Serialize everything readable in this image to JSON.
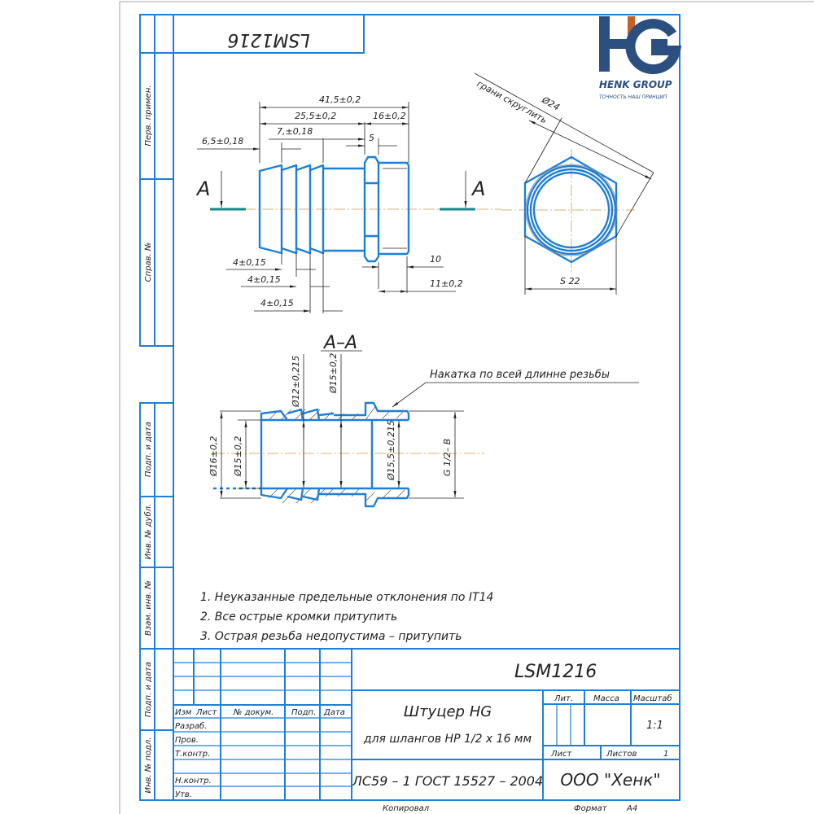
{
  "document": {
    "mirrored_code": "LSM1216",
    "side_labels": [
      "Перв. примен.",
      "Справ. №",
      "Подп. и дата",
      "Инв. № дубл.",
      "Взам. инв. №",
      "Подп. и дата",
      "Инв. № подл."
    ],
    "logo": {
      "letters": "HG",
      "name": "HENK GROUP",
      "tagline": "ТОЧНОСТЬ НАШ ПРИНЦИП",
      "colors": {
        "primary": "#2b4f7e",
        "accent": "#c0602a"
      }
    },
    "side_view": {
      "section_mark": "A",
      "dims": [
        "41,5±0,2",
        "25,5±0,2",
        "16±0,2",
        "7,±0,18",
        "6,5±0,18",
        "5",
        "4±0,15",
        "4±0,15",
        "4±0,15",
        "10",
        "11±0,2"
      ]
    },
    "end_view": {
      "diameter": "Ø24",
      "note": "грани скруглить",
      "across_flats": "S 22"
    },
    "section": {
      "title": "А–А",
      "callout": "Накатка по всей длинне резьбы",
      "dims": [
        "Ø12±0,215",
        "Ø15±0,2",
        "Ø16±0,2",
        "Ø15±0,2",
        "Ø15,5±0,215",
        "G 1/2– B"
      ]
    },
    "notes": [
      "1. Неуказанные предельные отклонения по IT14",
      "2. Все острые кромки притупить",
      "3. Острая резьба недопустима – притупить"
    ],
    "title_block": {
      "designation": "LSM1216",
      "col_headers": [
        "Изм",
        "Лист",
        "№ докум.",
        "Подп.",
        "Дата"
      ],
      "roles": [
        "Разраб.",
        "Пров.",
        "Т.контр.",
        "Н.контр.",
        "Утв."
      ],
      "name_line1": "Штуцер HG",
      "name_line2": "для шлангов НР 1/2 x 16 мм",
      "material": "ЛС59 – 1 ГОСТ 15527 – 2004",
      "lit_label": "Лит.",
      "mass_label": "Масса",
      "scale_label": "Масштаб",
      "scale_value": "1:1",
      "sheet_label": "Лист",
      "sheets_label": "Листов",
      "sheets_value": "1",
      "company": "ООО \"Хенк\"",
      "copied_label": "Копировал",
      "format_label": "Формат",
      "format_value": "A4"
    }
  }
}
